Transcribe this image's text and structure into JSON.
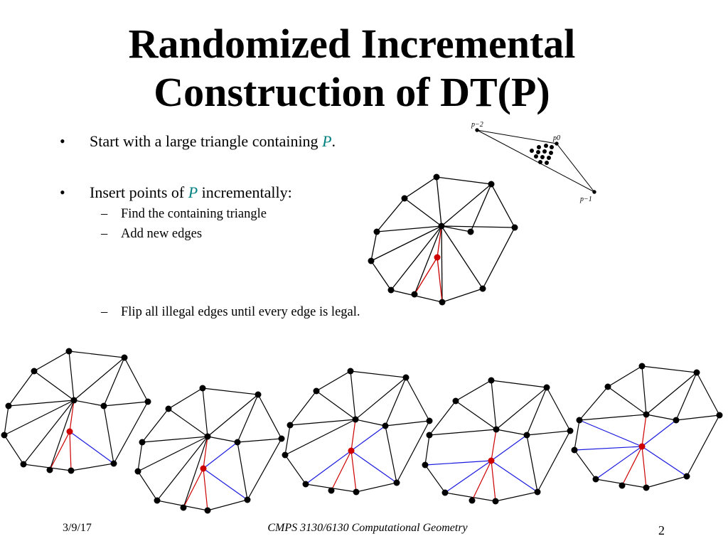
{
  "slide": {
    "title_line1": "Randomized Incremental",
    "title_line2": "Construction of DT(P)",
    "bullet_symbol": "•",
    "dash_symbol": "–",
    "bullets": [
      {
        "pre": "Start with a large triangle containing ",
        "var": "P",
        "post": "."
      },
      {
        "pre": "Insert points of ",
        "var": "P",
        "post": " incrementally:"
      }
    ],
    "subbullets": [
      "Find the containing triangle",
      "Add new edges",
      "Flip all illegal edges until every edge is legal."
    ],
    "footer": {
      "date": "3/9/17",
      "course": "CMPS 3130/6130 Computational Geometry",
      "page": "2"
    },
    "bounding_triangle_labels": [
      "p−2",
      "p0",
      "p−1"
    ]
  },
  "colors": {
    "new_edge": "#cc0000",
    "flipped_edge": "#1a1adf",
    "edge": "#000000",
    "var_text": "#008080"
  }
}
